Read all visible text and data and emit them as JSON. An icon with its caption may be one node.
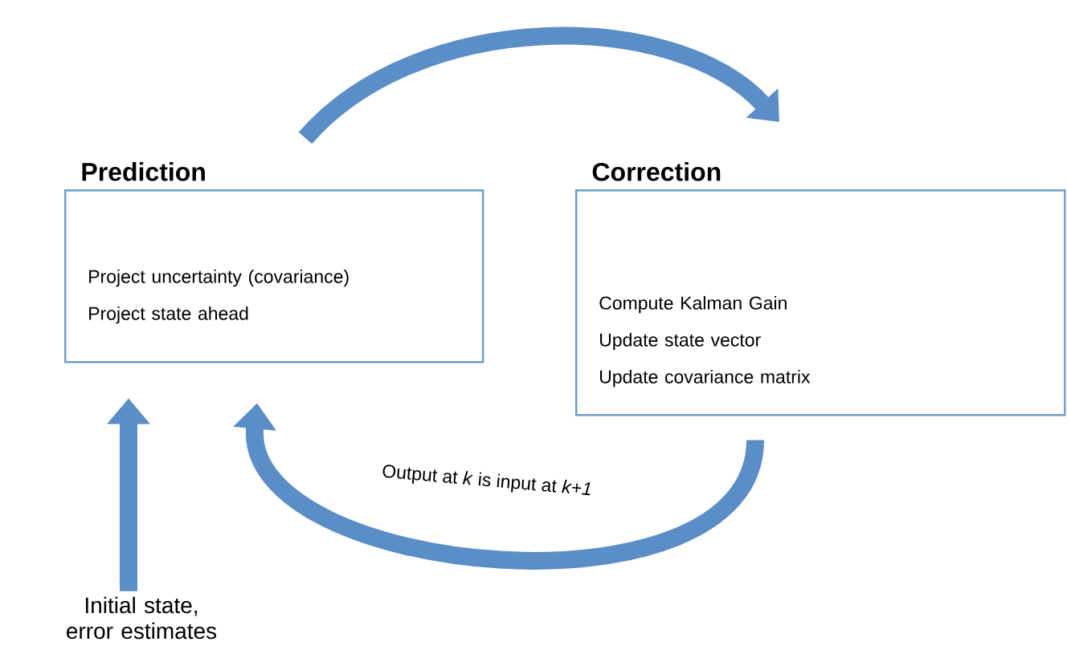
{
  "diagram": {
    "nodes": [
      {
        "text": [
          "Prediction",
          "Project uncertainty (covariance)",
          "Project state ahead"
        ]
      },
      {
        "text": [
          "Correction",
          "Compute Kalman Gain",
          "Update state vector",
          "Update covariance matrix"
        ]
      },
      {
        "text": [
          "Initial state, error estimates"
        ]
      }
    ],
    "edges": [
      {
        "from": 0,
        "to": 1,
        "arrow": "to"
      },
      {
        "from": 1,
        "to": 0,
        "arrow": "to",
        "label": "Output at *k* is input at *k+1*"
      },
      {
        "from": 2,
        "to": 0,
        "arrow": "to"
      }
    ]
  }
}
